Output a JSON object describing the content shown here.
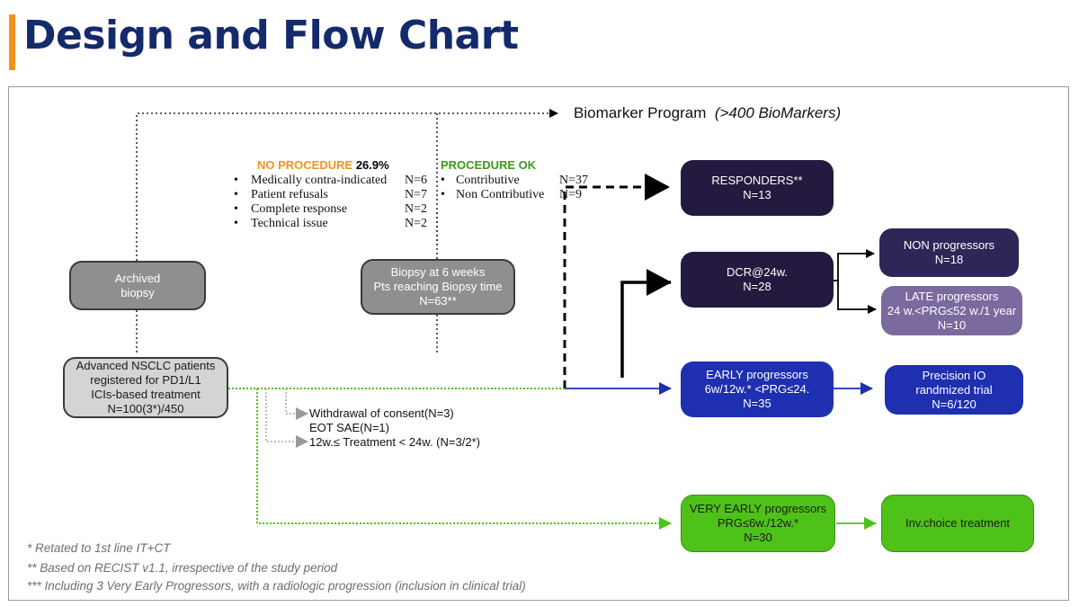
{
  "title": "Design and Flow Chart",
  "biomarker": {
    "label": "Biomarker Program",
    "detail": "(>400 BioMarkers)"
  },
  "no_procedure": {
    "label": "NO PROCEDURE",
    "pct": "26.9%",
    "items": [
      {
        "label": "Medically contra-indicated",
        "n": "N=6"
      },
      {
        "label": "Patient refusals",
        "n": "N=7"
      },
      {
        "label": "Complete response",
        "n": "N=2"
      },
      {
        "label": "Technical issue",
        "n": "N=2"
      }
    ]
  },
  "procedure_ok": {
    "label": "PROCEDURE OK",
    "items": [
      {
        "label": "Contributive",
        "n": "N=37"
      },
      {
        "label": "Non Contributive",
        "n": "N=9"
      }
    ]
  },
  "boxes": {
    "archived": [
      "Archived",
      "biopsy"
    ],
    "biopsy6": [
      "Biopsy at 6 weeks",
      "Pts reaching Biopsy time",
      "N=63**"
    ],
    "patients": [
      "Advanced NSCLC patients",
      "registered for PD1/L1",
      "ICIs-based treatment",
      "N=100(3*)/450"
    ],
    "responders": [
      "RESPONDERS**",
      "N=13"
    ],
    "dcr": [
      "DCR@24w.",
      "N=28"
    ],
    "non_prog": [
      "NON progressors",
      "N=18"
    ],
    "late_prog": [
      "LATE progressors",
      "24 w.<PRG≤52 w./1 year",
      "N=10"
    ],
    "early_prog": [
      "EARLY progressors",
      "6w/12w.* <PRG≤24.",
      "N=35"
    ],
    "precision": [
      "Precision IO",
      "randmized trial",
      "N=6/120"
    ],
    "very_early": [
      "VERY EARLY progressors",
      "PRG≤6w./12w.*",
      "N=30"
    ],
    "inv_choice": [
      "Inv.choice treatment"
    ]
  },
  "withdrawals": [
    "Withdrawal of consent(N=3)",
    "EOT SAE(N=1)",
    "12w.≤ Treatment < 24w. (N=3/2*)"
  ],
  "footnotes": [
    "* Retated to 1st line IT+CT",
    "** Based on RECIST v1.1, irrespective of the study period",
    "*** Including 3 Very Early Progressors, with a radiologic progression (inclusion in clinical trial)"
  ],
  "colors": {
    "accent": "#f0941e",
    "title": "#142a6b",
    "no_procedure": "#f0941e",
    "procedure_ok": "#3a9a1a",
    "dark_box": "#241a3f",
    "blue_box": "#1e2fb0",
    "green_box": "#4fc21a"
  }
}
